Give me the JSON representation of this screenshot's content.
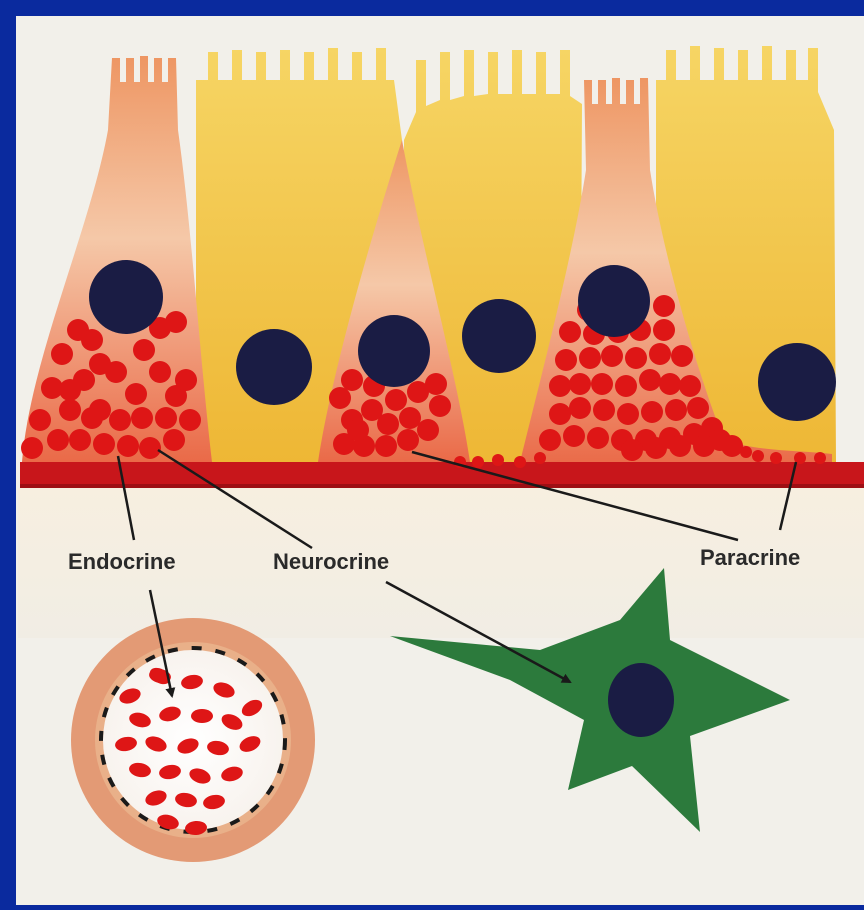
{
  "labels": {
    "endocrine": "Endocrine",
    "neurocrine": "Neurocrine",
    "paracrine": "Paracrine"
  },
  "colors": {
    "frame": "#0a2a9e",
    "background": "#f2f0ea",
    "yellow_cell": "#f1c843",
    "endocrine_cell": "#e98355",
    "granule": "#de1616",
    "nucleus": "#1a1c44",
    "basement_membrane": "#c8161b",
    "neuron": "#2c7a3c",
    "vessel_wall": "#e39a75"
  }
}
